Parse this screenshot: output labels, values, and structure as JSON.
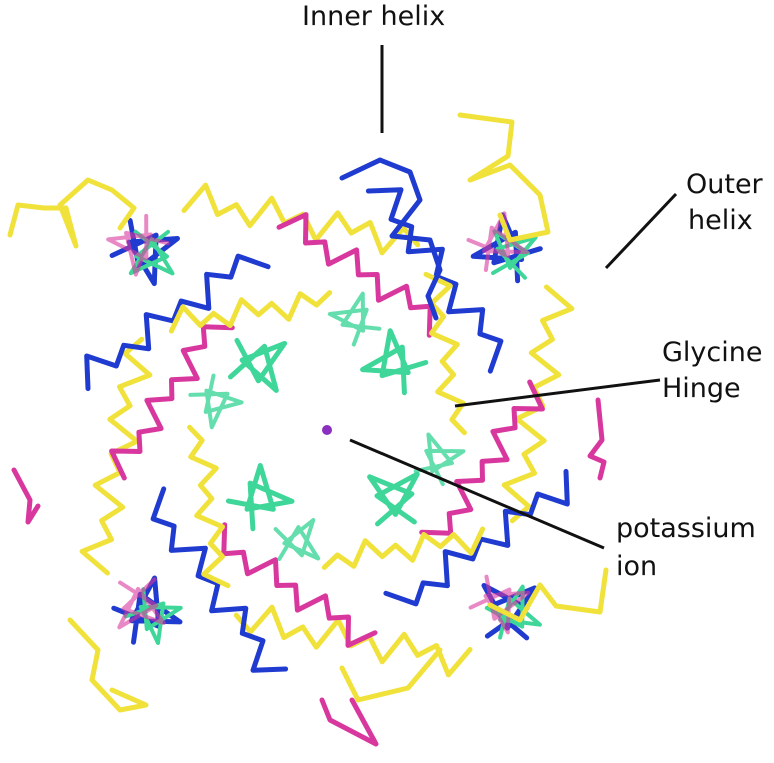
{
  "labels": {
    "inner_helix": "Inner helix",
    "outer_helix_line1": "Outer",
    "outer_helix_line2": "helix",
    "glycine_hinge_line1": "Glycine",
    "glycine_hinge_line2": "Hinge",
    "potassium_line1": "potassium",
    "potassium_line2": "ion"
  },
  "colors": {
    "yellow": "#f0e23a",
    "blue": "#1f3bd0",
    "magenta": "#d8389e",
    "green": "#3fd69a",
    "ion": "#8a2fc0",
    "leader": "#111111"
  }
}
